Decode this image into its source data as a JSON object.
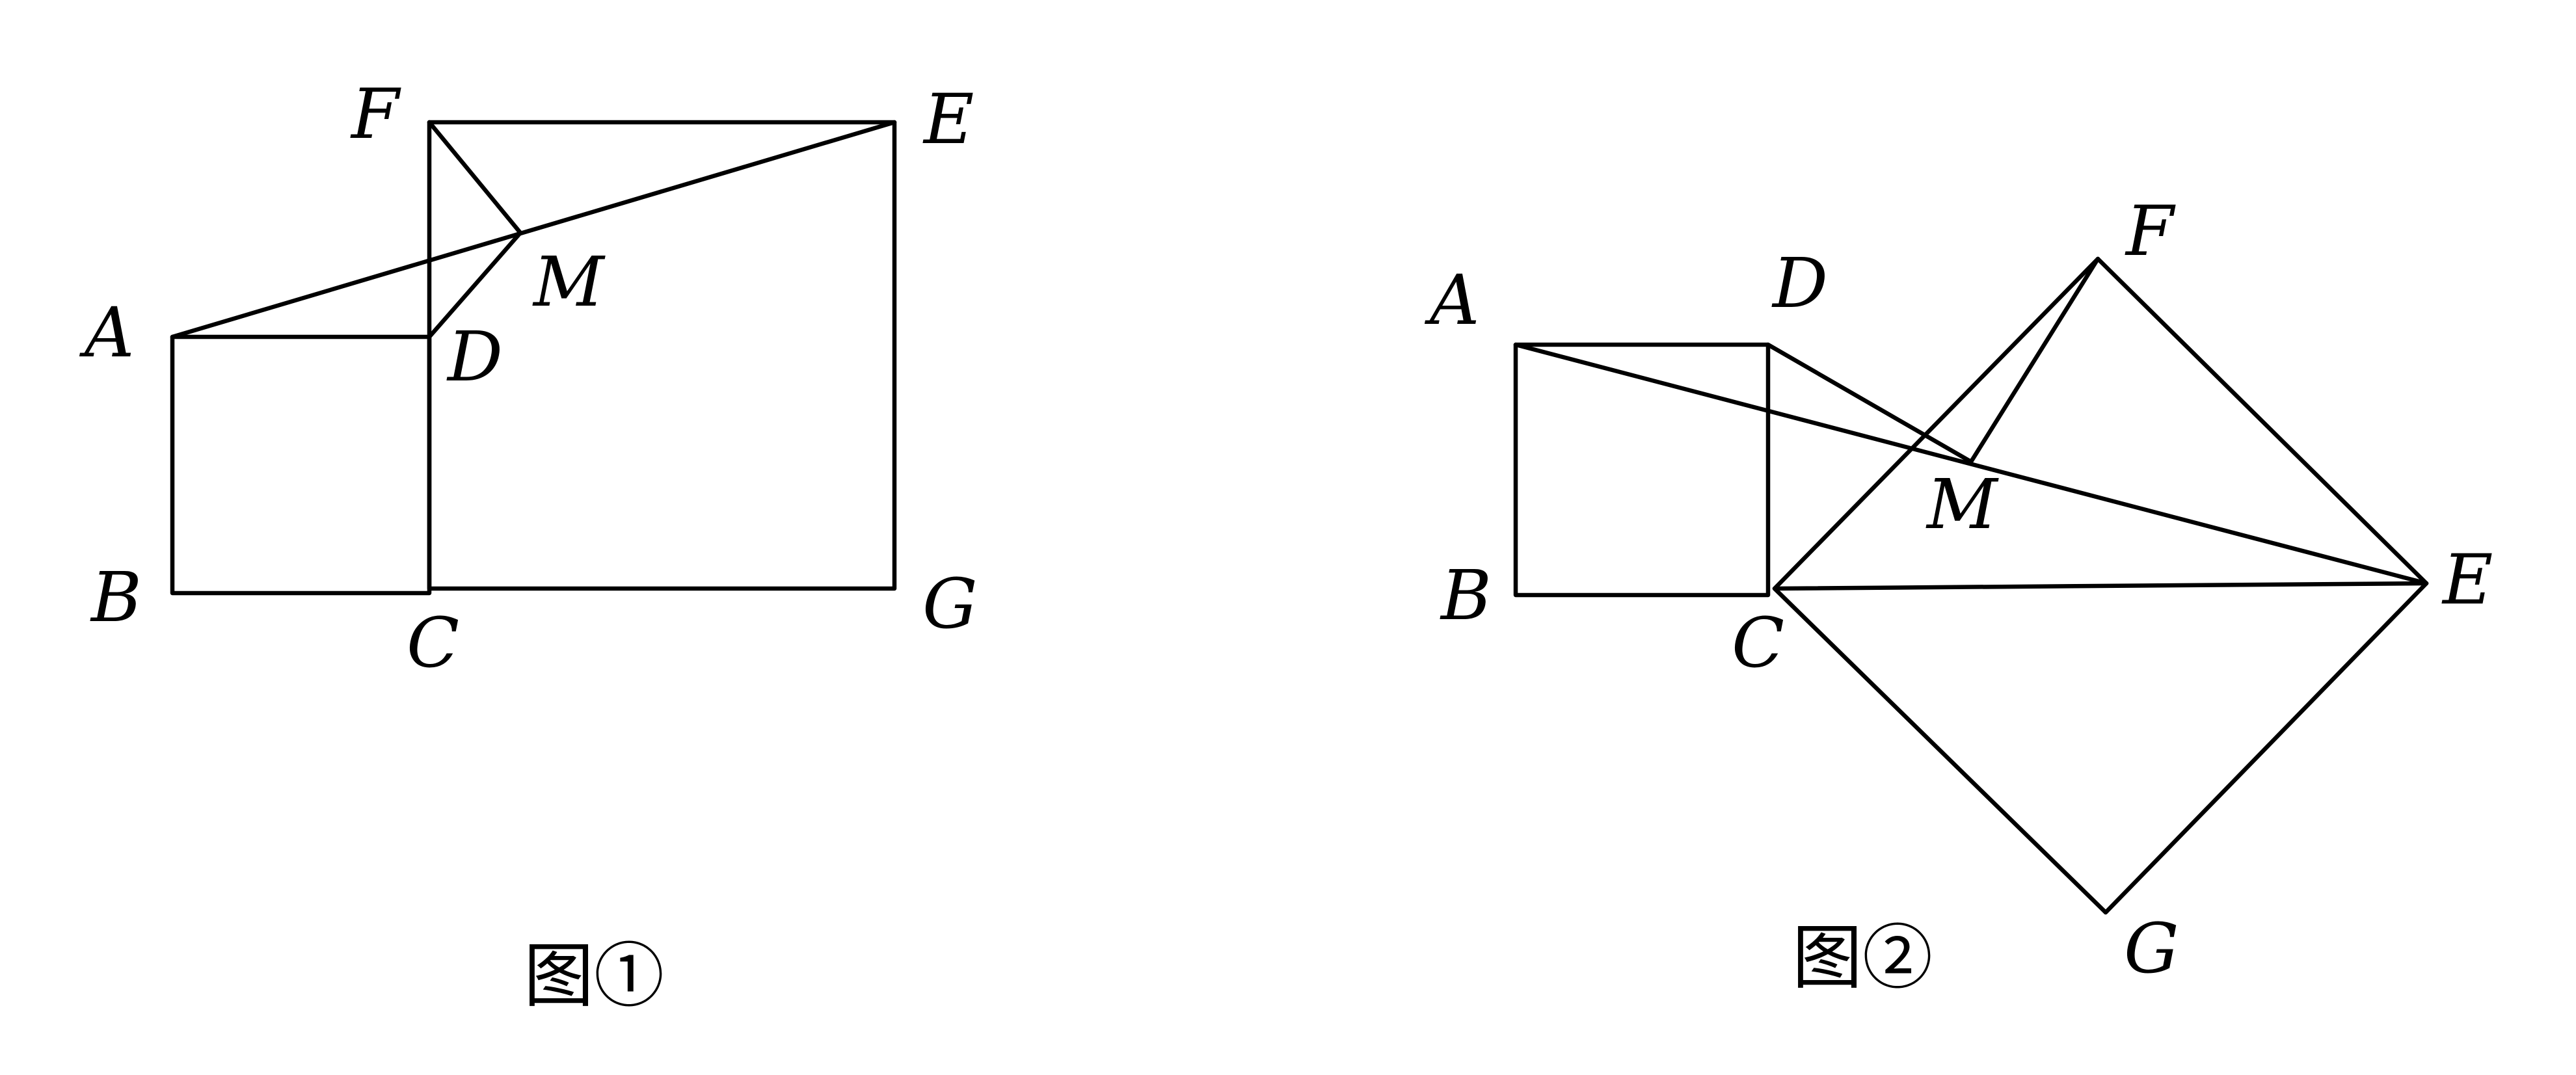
{
  "figure1": {
    "caption": "图①",
    "labels": {
      "A": "A",
      "B": "B",
      "C": "C",
      "D": "D",
      "E": "E",
      "F": "F",
      "G": "G",
      "M": "M"
    }
  },
  "figure2": {
    "caption": "图②",
    "labels": {
      "A": "A",
      "B": "B",
      "C": "C",
      "D": "D",
      "E": "E",
      "F": "F",
      "G": "G",
      "M": "M"
    }
  },
  "colors": {
    "stroke": "#000000",
    "background": "#ffffff"
  }
}
